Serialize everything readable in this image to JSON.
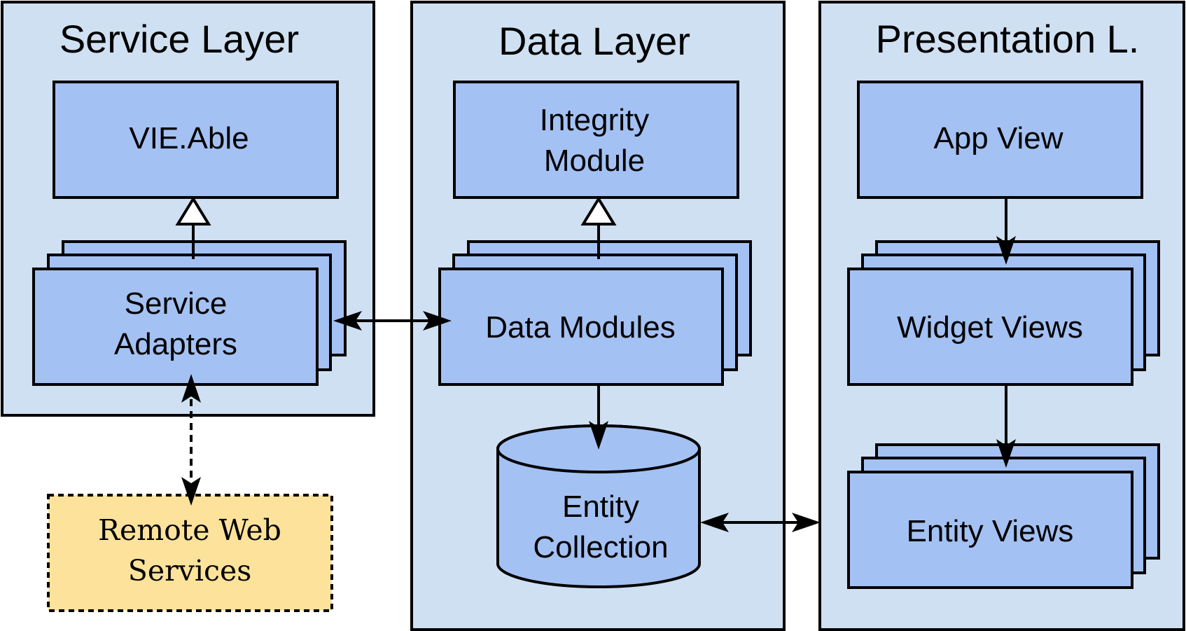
{
  "layers": {
    "service": {
      "title": "Service Layer"
    },
    "data": {
      "title": "Data Layer"
    },
    "presentation": {
      "title": "Presentation L."
    }
  },
  "nodes": {
    "vie_able": {
      "label": "VIE.Able"
    },
    "service_adapters": {
      "line1": "Service",
      "line2": "Adapters"
    },
    "remote_web_services": {
      "line1": "Remote Web",
      "line2": "Services"
    },
    "integrity_module": {
      "line1": "Integrity",
      "line2": "Module"
    },
    "data_modules": {
      "label": "Data Modules"
    },
    "entity_collection": {
      "line1": "Entity",
      "line2": "Collection"
    },
    "app_view": {
      "label": "App View"
    },
    "widget_views": {
      "label": "Widget Views"
    },
    "entity_views": {
      "label": "Entity Views"
    }
  }
}
